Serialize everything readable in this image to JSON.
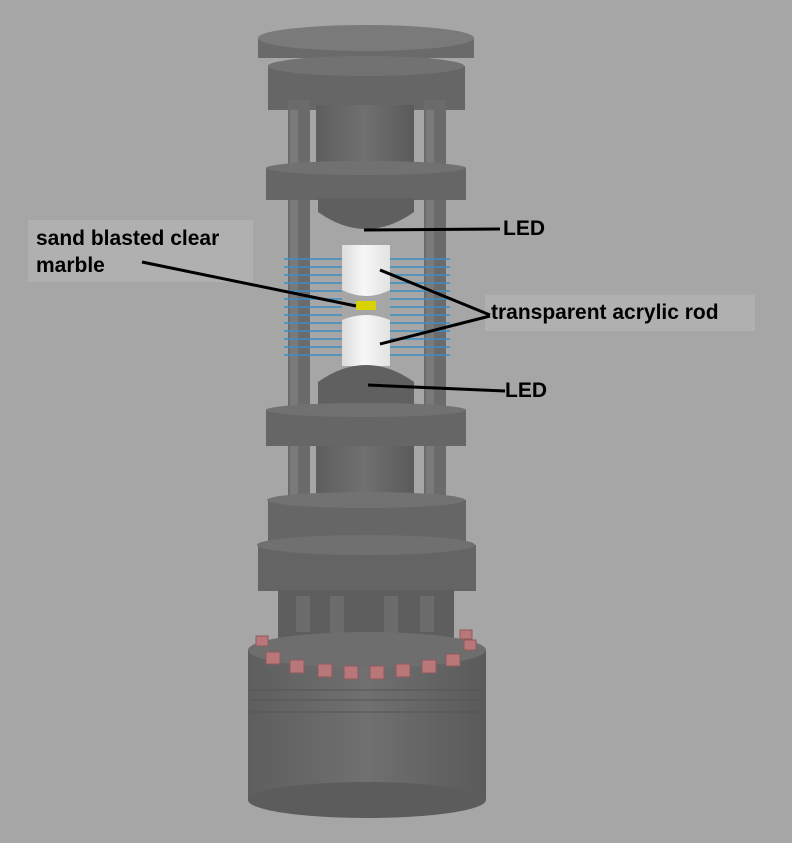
{
  "labels": {
    "led_top": "LED",
    "led_bottom": "LED",
    "marble_line1": "sand blasted clear",
    "marble_line2": "marble",
    "acrylic_rod": "transparent acrylic rod"
  },
  "colors": {
    "background": "#a6a6a6",
    "metal": "#686868",
    "acrylic": "#f2f2f2",
    "marble": "#d8d200",
    "cooling_lines": "#3a8fc4",
    "bolts": "#b9777a"
  }
}
